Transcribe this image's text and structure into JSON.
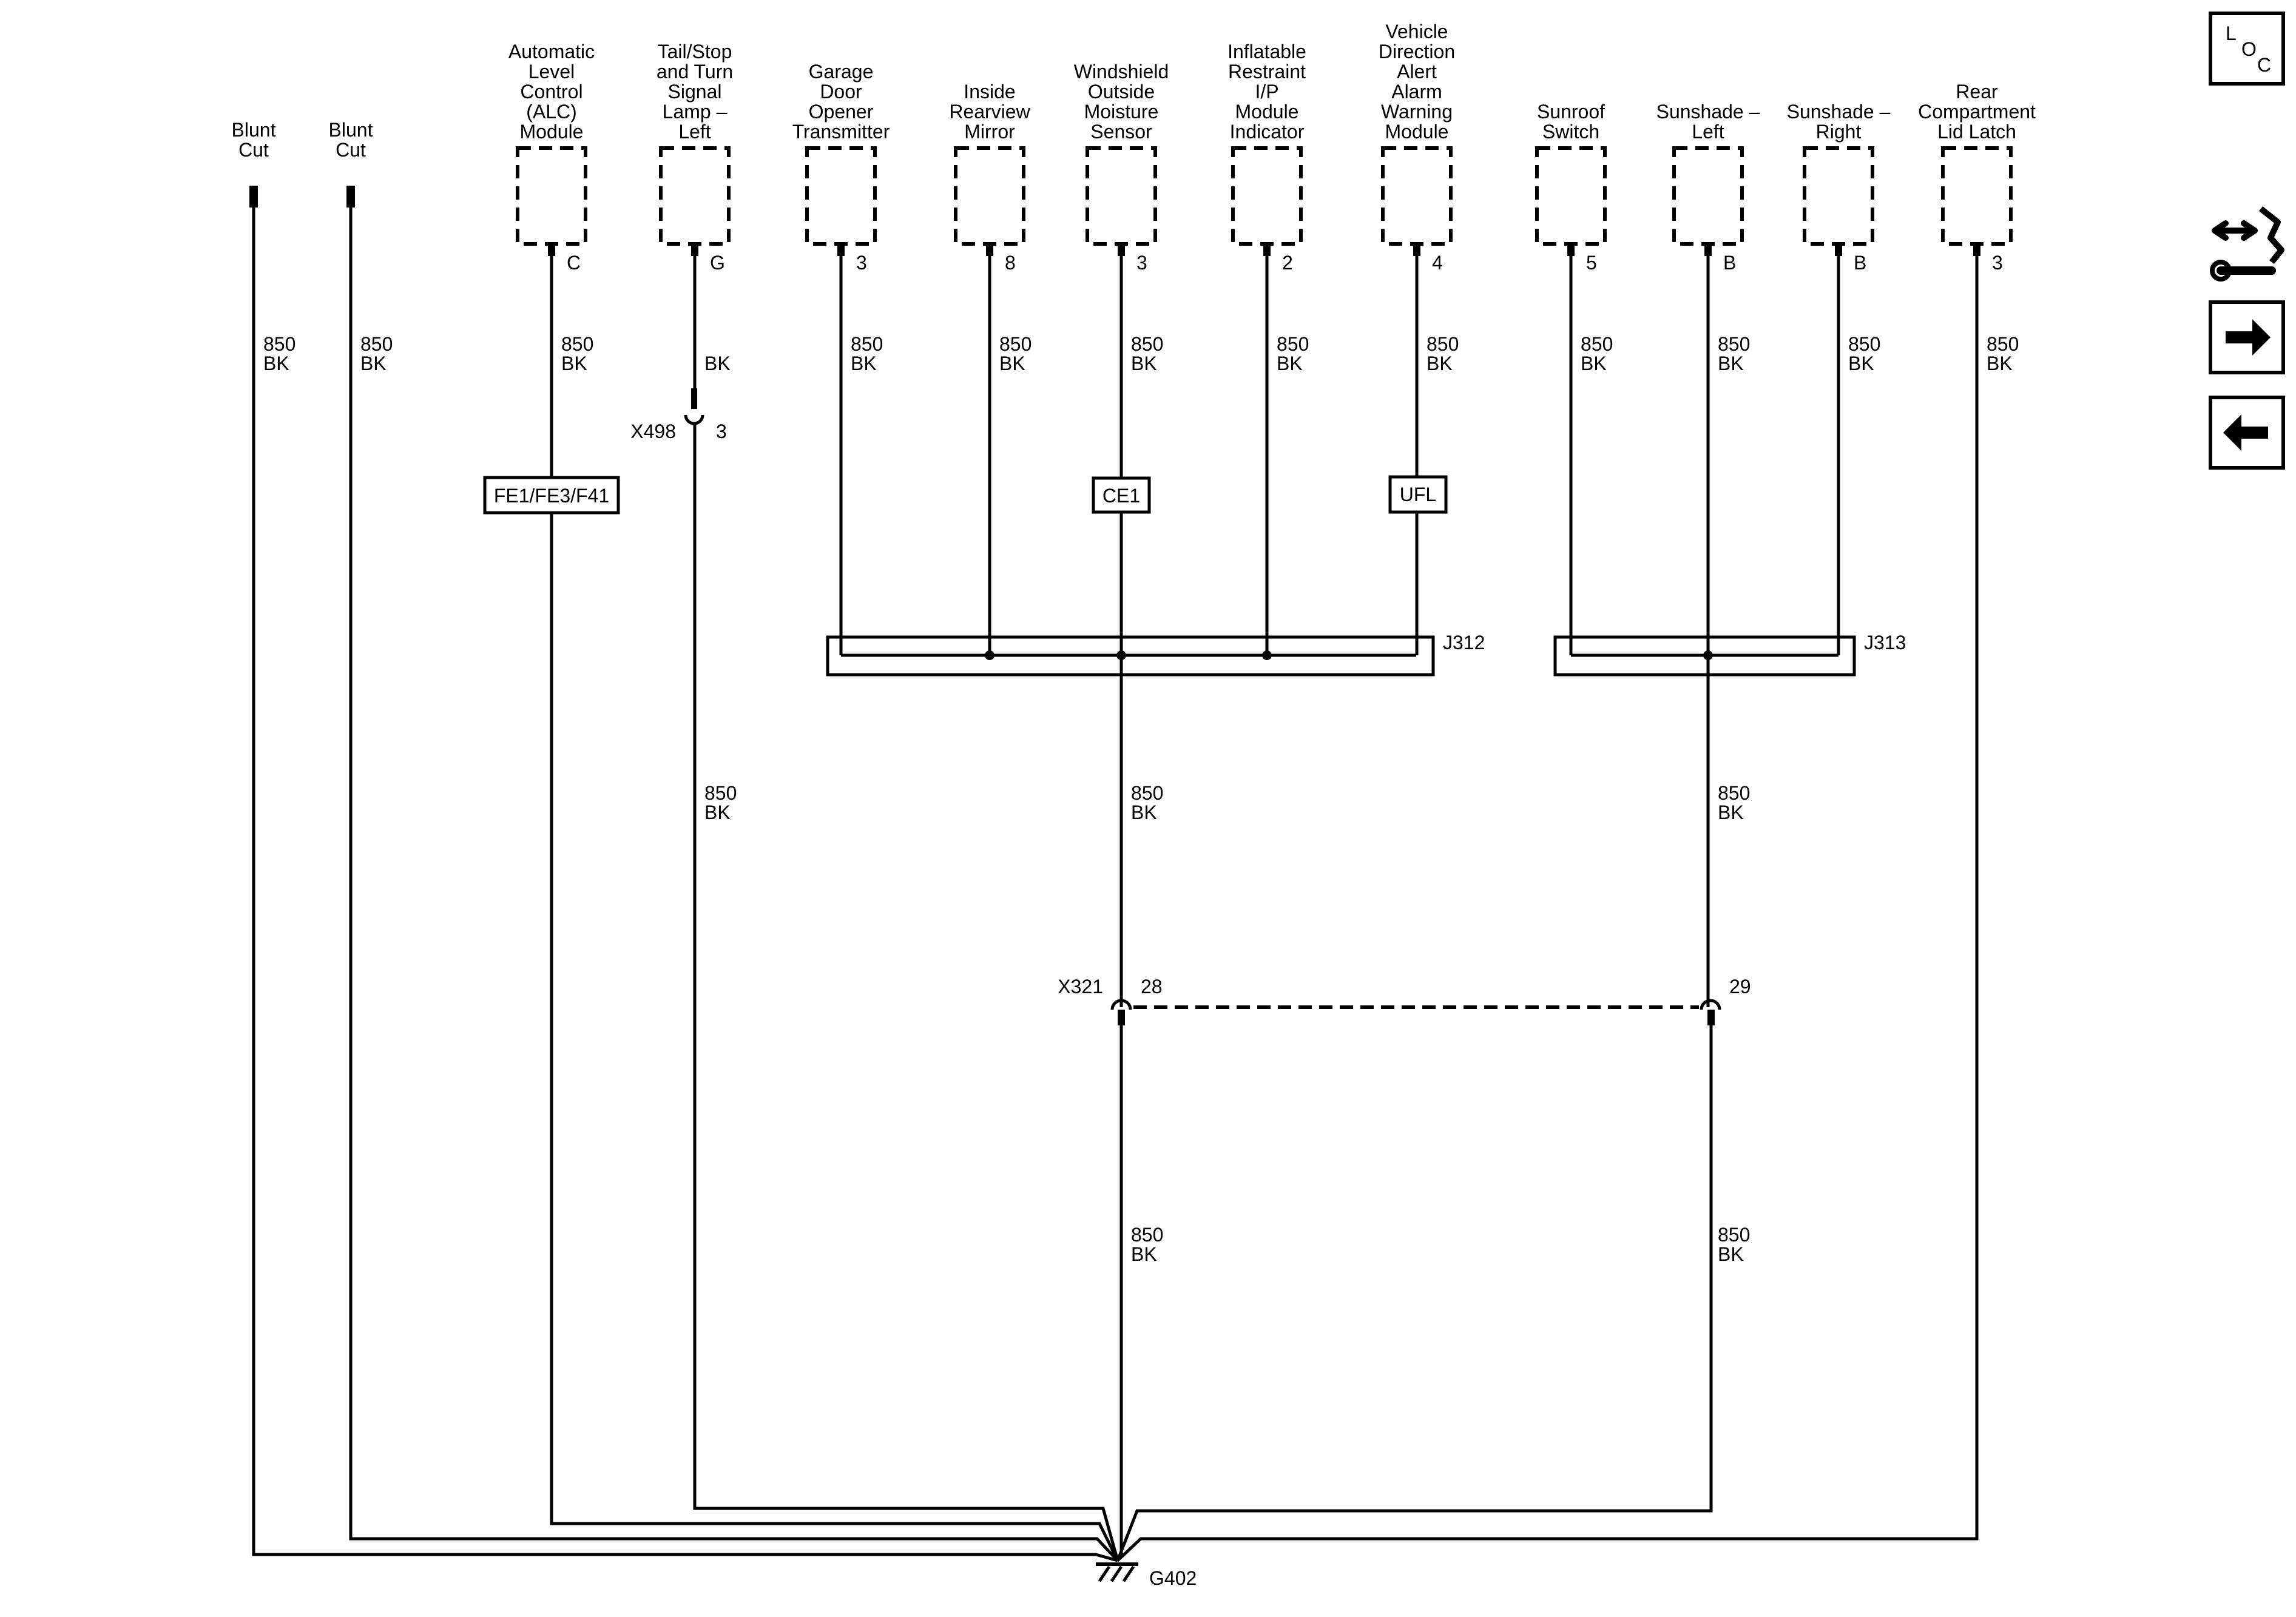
{
  "components": [
    {
      "id": "blunt1",
      "lines": [
        "Blunt",
        "Cut"
      ],
      "pin": ""
    },
    {
      "id": "blunt2",
      "lines": [
        "Blunt",
        "Cut"
      ],
      "pin": ""
    },
    {
      "id": "alc",
      "lines": [
        "Automatic",
        "Level",
        "Control",
        "(ALC)",
        "Module"
      ],
      "pin": "C"
    },
    {
      "id": "tail",
      "lines": [
        "Tail/Stop",
        "and Turn",
        "Signal",
        "Lamp –",
        "Left"
      ],
      "pin": "G"
    },
    {
      "id": "garage",
      "lines": [
        "Garage",
        "Door",
        "Opener",
        "Transmitter"
      ],
      "pin": "3"
    },
    {
      "id": "mirror",
      "lines": [
        "Inside",
        "Rearview",
        "Mirror"
      ],
      "pin": "8"
    },
    {
      "id": "windshield",
      "lines": [
        "Windshield",
        "Outside",
        "Moisture",
        "Sensor"
      ],
      "pin": "3"
    },
    {
      "id": "inflatable",
      "lines": [
        "Inflatable",
        "Restraint",
        "I/P",
        "Module",
        "Indicator"
      ],
      "pin": "2"
    },
    {
      "id": "vdaa",
      "lines": [
        "Vehicle",
        "Direction",
        "Alert",
        "Alarm",
        "Warning",
        "Module"
      ],
      "pin": "4"
    },
    {
      "id": "sunroof",
      "lines": [
        "Sunroof",
        "Switch"
      ],
      "pin": "5"
    },
    {
      "id": "shadeL",
      "lines": [
        "Sunshade –",
        "Left"
      ],
      "pin": "B"
    },
    {
      "id": "shadeR",
      "lines": [
        "Sunshade –",
        "Right"
      ],
      "pin": "B"
    },
    {
      "id": "rear",
      "lines": [
        "Rear",
        "Compartment",
        "Lid Latch"
      ],
      "pin": "3"
    }
  ],
  "wire": {
    "circuit": "850",
    "color": "BK"
  },
  "tail_wire_label": "BK",
  "options": {
    "alc": "FE1/FE3/F41",
    "windshield": "CE1",
    "vdaa": "UFL"
  },
  "splices": {
    "j312": "J312",
    "j313": "J313"
  },
  "inline_connectors": {
    "x498": {
      "name": "X498",
      "pin": "3"
    },
    "x321": {
      "name": "X321",
      "pin_left": "28",
      "pin_right": "29"
    }
  },
  "ground": "G402",
  "sidebar": {
    "loc_letters": [
      "L",
      "O",
      "C"
    ]
  }
}
